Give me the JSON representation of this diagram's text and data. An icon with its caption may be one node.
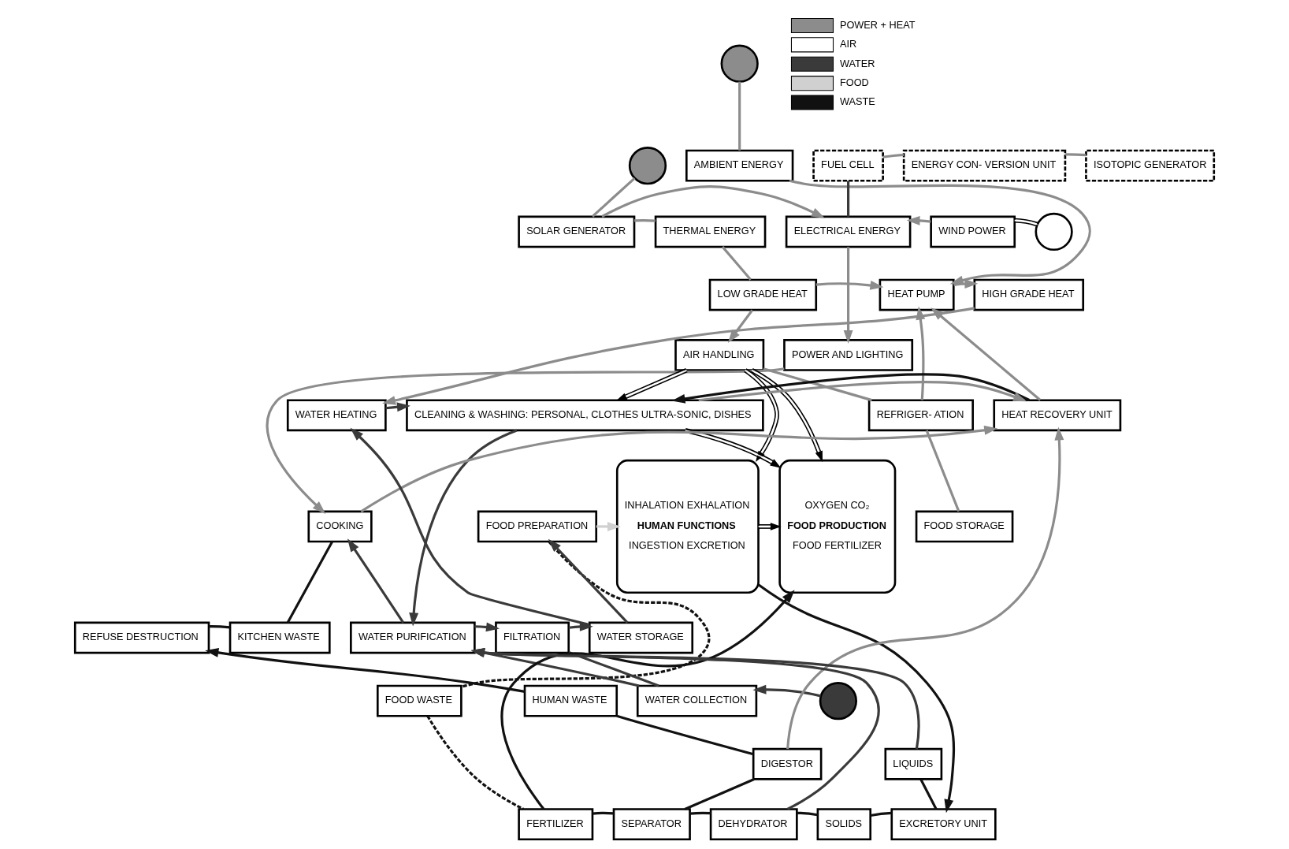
{
  "diagram": {
    "nodes": [
      {
        "text": [],
        "shape": "circle"
      },
      {
        "text": [],
        "shape": "circle"
      },
      {
        "text": [
          "AMBIENT ENERGY"
        ]
      },
      {
        "text": [
          "FUEL CELL"
        ]
      },
      {
        "text": [
          "ENERGY CON- VERSION UNIT"
        ]
      },
      {
        "text": [
          "ISOTOPIC GENERATOR"
        ]
      },
      {
        "text": [
          "THERMAL ENERGY"
        ]
      },
      {
        "text": [
          "SOLAR GENERATOR"
        ]
      },
      {
        "text": [
          "ELECTRICAL ENERGY"
        ]
      },
      {
        "text": [
          "WIND POWER"
        ]
      },
      {
        "text": [],
        "shape": "circle"
      },
      {
        "text": [
          "LOW GRADE HEAT"
        ]
      },
      {
        "text": [
          "HEAT PUMP"
        ]
      },
      {
        "text": [
          "HIGH GRADE HEAT"
        ]
      },
      {
        "text": [
          "POWER AND LIGHTING"
        ]
      },
      {
        "text": [
          "AIR HANDLING"
        ]
      },
      {
        "text": [
          "REFRIGER- ATION"
        ]
      },
      {
        "text": [
          "HEAT RECOVERY UNIT"
        ]
      },
      {
        "text": [
          "CLEANING & WASHING: PERSONAL, CLOTHES ULTRA-SONIC, DISHES"
        ]
      },
      {
        "text": [
          "WATER HEATING"
        ]
      },
      {
        "text": [
          "OXYGEN CO₂",
          "FOOD PRODUCTION",
          "FOOD FERTILIZER"
        ]
      },
      {
        "text": [
          "INHALATION EXHALATION",
          "HUMAN FUNCTIONS",
          "INGESTION EXCRETION"
        ]
      },
      {
        "text": [
          "FOOD STORAGE"
        ]
      },
      {
        "text": [
          "FOOD PREPARATION"
        ]
      },
      {
        "text": [
          "COOKING"
        ]
      },
      {
        "text": [
          "REFUSE DESTRUCTION"
        ]
      },
      {
        "text": [
          "KITCHEN WASTE"
        ]
      },
      {
        "text": [
          "WATER PURIFICATION"
        ]
      },
      {
        "text": [
          "FILTRATION"
        ]
      },
      {
        "text": [
          "WATER STORAGE"
        ]
      },
      {
        "text": [
          "FOOD WASTE"
        ]
      },
      {
        "text": [
          "HUMAN WASTE"
        ]
      },
      {
        "text": [
          "WATER COLLECTION"
        ]
      },
      {
        "text": [],
        "shape": "circle"
      },
      {
        "text": [
          "DIGESTOR"
        ]
      },
      {
        "text": [
          "LIQUIDS"
        ]
      },
      {
        "text": [
          "EXCRETORY UNIT"
        ]
      },
      {
        "text": [
          "FERTILIZER"
        ]
      },
      {
        "text": [
          "SEPARATOR"
        ]
      },
      {
        "text": [
          "DEHYDRATOR"
        ]
      },
      {
        "text": [
          "SOLIDS"
        ]
      }
    ],
    "edges": [
      {
        "from": 0,
        "to": 7,
        "arrow": "none",
        "color": "#8c8c8c"
      },
      {
        "from": 1,
        "to": 2,
        "arrow": "none",
        "color": "#8c8c8c"
      },
      {
        "from": 3,
        "to": 4,
        "arrow": "none",
        "color": "#8c8c8c"
      },
      {
        "from": 4,
        "to": 5,
        "arrow": "none",
        "color": "#8c8c8c"
      },
      {
        "from": 3,
        "to": 8,
        "arrow": "none",
        "color": "#3a3a3a"
      },
      {
        "from": 6,
        "to": 7,
        "arrow": "none",
        "color": "#8c8c8c"
      },
      {
        "from": 7,
        "to": 8,
        "arrow": "to",
        "color": "#8c8c8c"
      },
      {
        "from": 9,
        "to": 8,
        "arrow": "to",
        "color": "#8c8c8c"
      },
      {
        "from": 10,
        "to": 9,
        "arrow": "none",
        "color": "#000000"
      },
      {
        "from": 2,
        "to": 12,
        "arrow": "to",
        "color": "#8c8c8c"
      },
      {
        "from": 6,
        "to": 11,
        "arrow": "none",
        "color": "#8c8c8c"
      },
      {
        "from": 11,
        "to": 12,
        "arrow": "to",
        "color": "#8c8c8c"
      },
      {
        "from": 12,
        "to": 13,
        "arrow": "to",
        "color": "#8c8c8c"
      },
      {
        "from": 8,
        "to": 14,
        "arrow": "to",
        "color": "#8c8c8c"
      },
      {
        "from": 11,
        "to": 15,
        "arrow": "to",
        "color": "#8c8c8c"
      },
      {
        "from": 15,
        "to": 16,
        "arrow": "none",
        "color": "#8c8c8c"
      },
      {
        "from": 16,
        "to": 22,
        "arrow": "none",
        "color": "#8c8c8c"
      },
      {
        "from": 16,
        "to": 12,
        "arrow": "to",
        "color": "#8c8c8c"
      },
      {
        "from": 17,
        "to": 12,
        "arrow": "to",
        "color": "#8c8c8c"
      },
      {
        "from": 14,
        "to": 24,
        "arrow": "to",
        "color": "#8c8c8c"
      },
      {
        "from": 13,
        "to": 19,
        "arrow": "to",
        "color": "#8c8c8c"
      },
      {
        "from": 18,
        "to": 17,
        "arrow": "to",
        "color": "#8c8c8c"
      },
      {
        "from": 24,
        "to": 17,
        "arrow": "to",
        "color": "#8c8c8c"
      },
      {
        "from": 34,
        "to": 17,
        "arrow": "to",
        "color": "#8c8c8c"
      },
      {
        "from": 17,
        "to": 18,
        "arrow": "to",
        "color": "#111111"
      },
      {
        "from": 19,
        "to": 18,
        "arrow": "to",
        "color": "#3a3a3a"
      },
      {
        "from": 15,
        "to": 21,
        "arrow": "to",
        "color": "#000000"
      },
      {
        "from": 15,
        "to": 20,
        "arrow": "to",
        "color": "#000000"
      },
      {
        "from": 21,
        "to": 20,
        "arrow": "to",
        "color": "#000000"
      },
      {
        "from": 15,
        "to": 18,
        "arrow": "to",
        "color": "#000000"
      },
      {
        "from": 18,
        "to": 20,
        "arrow": "to",
        "color": "#000000"
      },
      {
        "from": 18,
        "to": 27,
        "arrow": "to",
        "color": "#3a3a3a"
      },
      {
        "from": 27,
        "to": 28,
        "arrow": "to",
        "color": "#3a3a3a"
      },
      {
        "from": 28,
        "to": 29,
        "arrow": "to",
        "color": "#3a3a3a"
      },
      {
        "from": 29,
        "to": 19,
        "arrow": "to",
        "color": "#3a3a3a"
      },
      {
        "from": 29,
        "to": 23,
        "arrow": "to",
        "color": "#3a3a3a"
      },
      {
        "from": 27,
        "to": 24,
        "arrow": "to",
        "color": "#3a3a3a"
      },
      {
        "from": 28,
        "to": 32,
        "arrow": "none",
        "color": "#3a3a3a"
      },
      {
        "from": 33,
        "to": 32,
        "arrow": "to",
        "color": "#3a3a3a"
      },
      {
        "from": 32,
        "to": 27,
        "arrow": "to",
        "color": "#3a3a3a"
      },
      {
        "from": 35,
        "to": 27,
        "arrow": "to",
        "color": "#3a3a3a"
      },
      {
        "from": 39,
        "to": 27,
        "arrow": "to",
        "color": "#3a3a3a"
      },
      {
        "from": 36,
        "to": 35,
        "arrow": "none",
        "color": "#111111"
      },
      {
        "from": 36,
        "to": 40,
        "arrow": "none",
        "color": "#111111"
      },
      {
        "from": 21,
        "to": 36,
        "arrow": "to",
        "color": "#111111"
      },
      {
        "from": 23,
        "to": 21,
        "arrow": "to",
        "color": "#d0d0d0"
      },
      {
        "from": 24,
        "to": 26,
        "arrow": "none",
        "color": "#111111"
      },
      {
        "from": 26,
        "to": 25,
        "arrow": "none",
        "color": "#111111"
      },
      {
        "from": 31,
        "to": 25,
        "arrow": "to",
        "color": "#111111"
      },
      {
        "from": 31,
        "to": 34,
        "arrow": "none",
        "color": "#111111"
      },
      {
        "from": 34,
        "to": 38,
        "arrow": "none",
        "color": "#111111"
      },
      {
        "from": 23,
        "to": 30,
        "arrow": "none",
        "style": "dashed",
        "color": "#111111"
      },
      {
        "from": 30,
        "to": 37,
        "arrow": "none",
        "style": "dashed",
        "color": "#111111"
      },
      {
        "from": 37,
        "to": 38,
        "arrow": "none",
        "color": "#111111"
      },
      {
        "from": 38,
        "to": 39,
        "arrow": "none",
        "color": "#111111"
      },
      {
        "from": 39,
        "to": 40,
        "arrow": "none",
        "color": "#111111"
      },
      {
        "from": 37,
        "to": 20,
        "arrow": "to",
        "color": "#111111"
      }
    ],
    "legend": [
      {
        "text": "POWER + HEAT",
        "color": "#8c8c8c"
      },
      {
        "text": "AIR",
        "color": "#ffffff"
      },
      {
        "text": "WATER",
        "color": "#3a3a3a"
      },
      {
        "text": "FOOD",
        "color": "#d0d0d0"
      },
      {
        "text": "WASTE",
        "color": "#111111"
      }
    ]
  }
}
